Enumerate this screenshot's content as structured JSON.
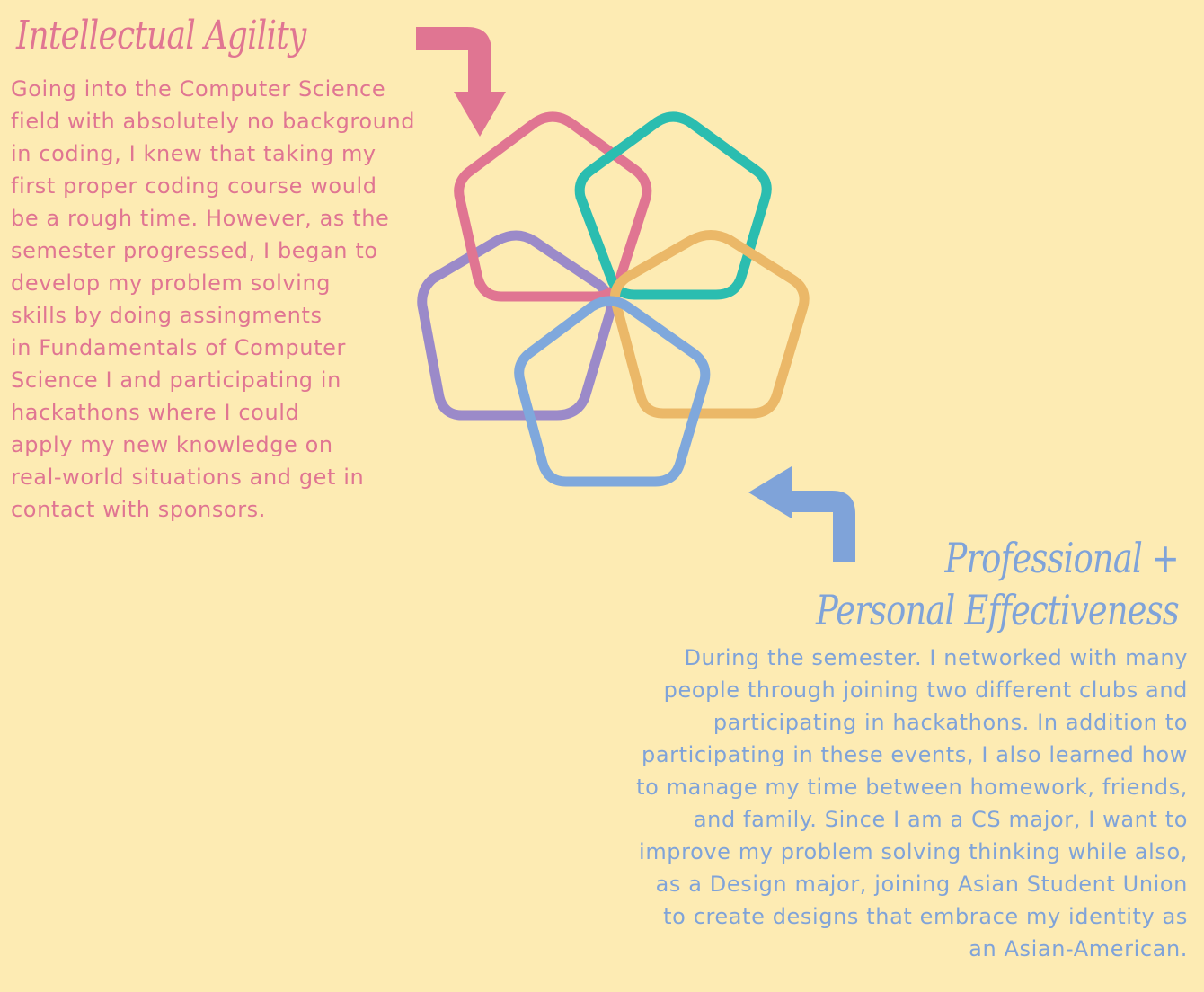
{
  "intellectual_agility": {
    "title": "Intellectual Agility",
    "body_lines": [
      "Going into the Computer Science",
      "field with absolutely no background",
      "in coding, I knew that taking my",
      "first proper coding course would",
      "be a rough time. However, as the",
      "semester progressed, I began to",
      "develop my problem solving",
      "skills by doing assingments",
      "in Fundamentals of Computer",
      "Science I and participating in",
      "hackathons where I could",
      "apply my new knowledge on",
      "real-world situations and get in",
      "contact with sponsors."
    ],
    "color": "#e07592"
  },
  "professional_effectiveness": {
    "title_line1": "Professional +",
    "title_line2": "Personal Effectiveness",
    "body_lines": [
      "During the semester. I networked with many",
      "people through joining two different clubs and",
      "participating in hackathons. In addition to",
      "participating in these events, I also learned how",
      "to manage my time between homework, friends,",
      "and family. Since I am a CS major, I want to",
      "improve my problem solving thinking while also,",
      "as a Design major, joining Asian Student Union",
      "to create designs that embrace my identity as",
      "an Asian-American."
    ],
    "color": "#7fa3d9"
  },
  "graphic": {
    "pentagon_colors": [
      "#e07592",
      "#2bbdb0",
      "#ebb868",
      "#7fa8dc",
      "#9b8ac9"
    ],
    "arrow_colors": [
      "#e07592",
      "#7fa3d9"
    ]
  }
}
